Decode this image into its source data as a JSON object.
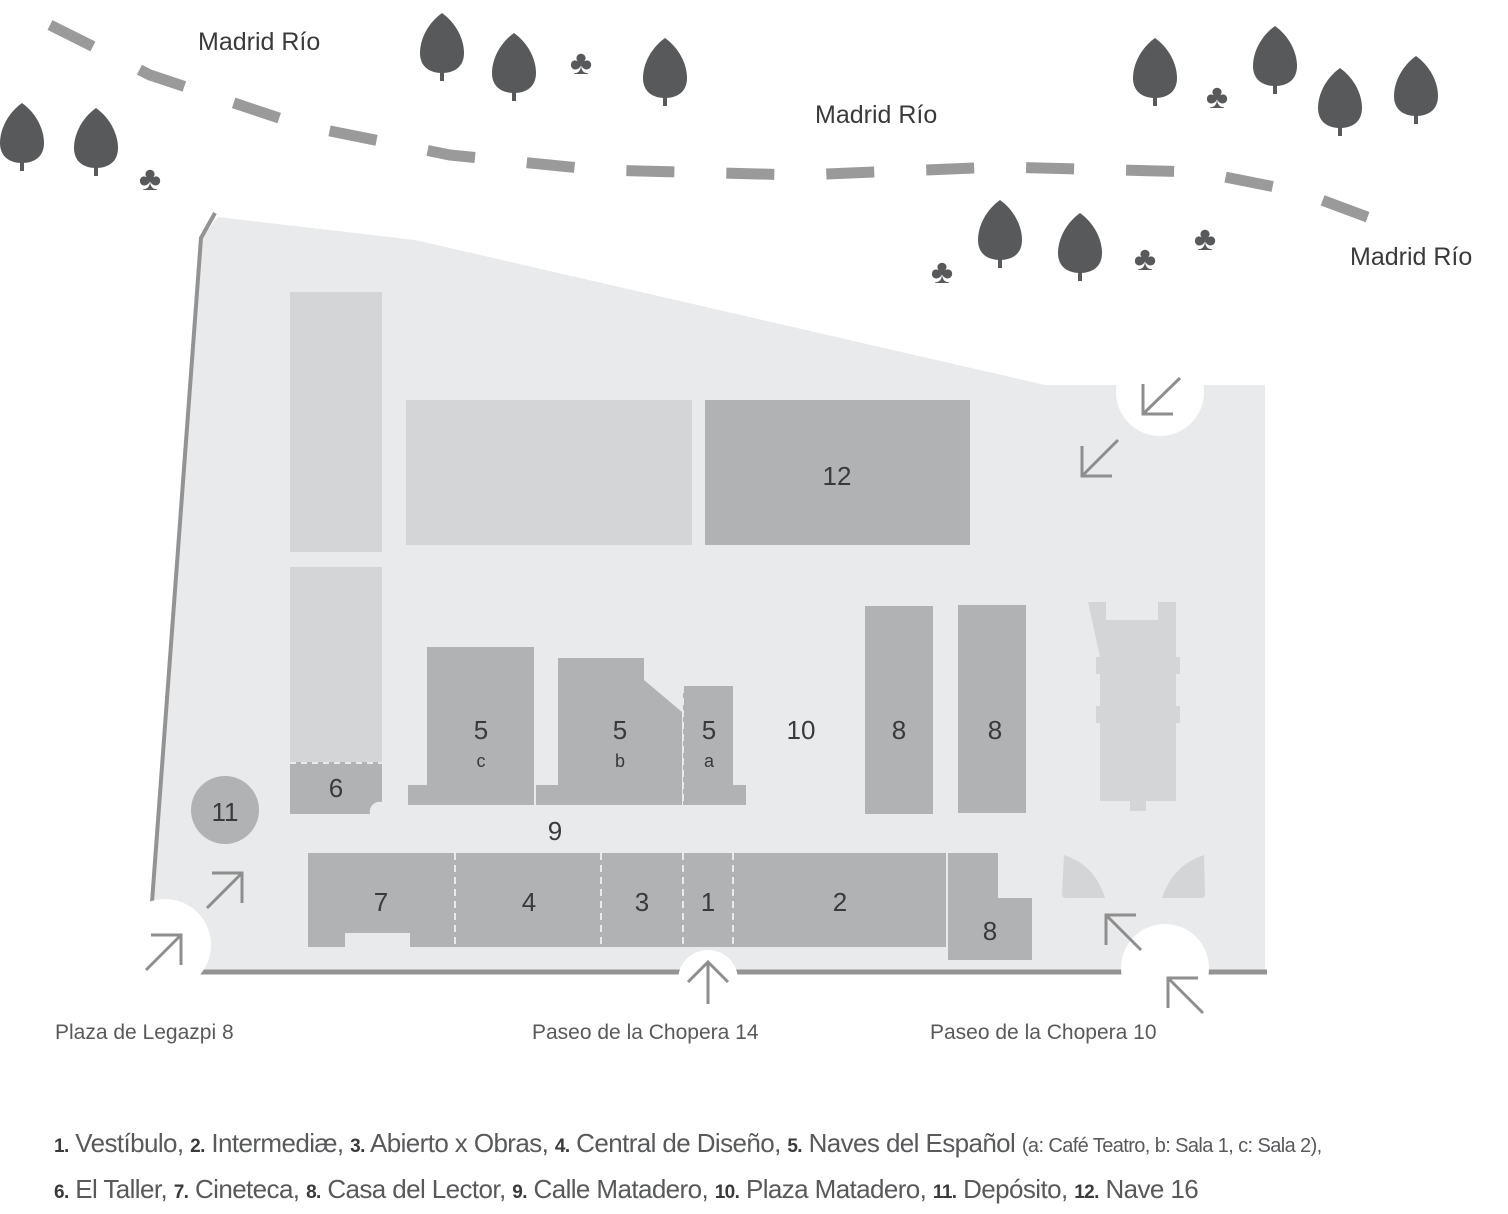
{
  "places": {
    "river_1": "Madrid Río",
    "river_2": "Madrid Río",
    "river_3": "Madrid Río"
  },
  "entrances": {
    "plaza_legazpi": "Plaza de Legazpi 8",
    "chopera_14": "Paseo de la Chopera 14",
    "chopera_10": "Paseo de la Chopera 10"
  },
  "buildings": {
    "b12": "12",
    "b6": "6",
    "b5c": "5",
    "b5c_sub": "c",
    "b5b": "5",
    "b5b_sub": "b",
    "b5a": "5",
    "b5a_sub": "a",
    "b10": "10",
    "b8_1": "8",
    "b8_2": "8",
    "b8_3": "8",
    "b11": "11",
    "b9": "9",
    "b7": "7",
    "b4": "4",
    "b3": "3",
    "b1": "1",
    "b2": "2"
  },
  "legend": {
    "items": [
      {
        "num": "1.",
        "name": "Vestíbulo,"
      },
      {
        "num": "2.",
        "name": "Intermediæ,"
      },
      {
        "num": "3.",
        "name": "Abierto x Obras,"
      },
      {
        "num": "4.",
        "name": "Central de Diseño,"
      },
      {
        "num": "5.",
        "name": "Naves del Español",
        "note": "(a: Café Teatro, b: Sala 1, c: Sala 2),"
      },
      {
        "num": "6.",
        "name": "El Taller,"
      },
      {
        "num": "7.",
        "name": "Cineteca,"
      },
      {
        "num": "8.",
        "name": "Casa del Lector,"
      },
      {
        "num": "9.",
        "name": "Calle Matadero,"
      },
      {
        "num": "10.",
        "name": "Plaza Matadero,"
      },
      {
        "num": "11.",
        "name": "Depósito,"
      },
      {
        "num": "12.",
        "name": "Nave 16"
      }
    ]
  },
  "colors": {
    "site": "#e9eaeb",
    "building_light": "#d4d5d7",
    "building_dark": "#b1b2b4",
    "tree": "#58595b",
    "road": "#9a9a9a"
  }
}
